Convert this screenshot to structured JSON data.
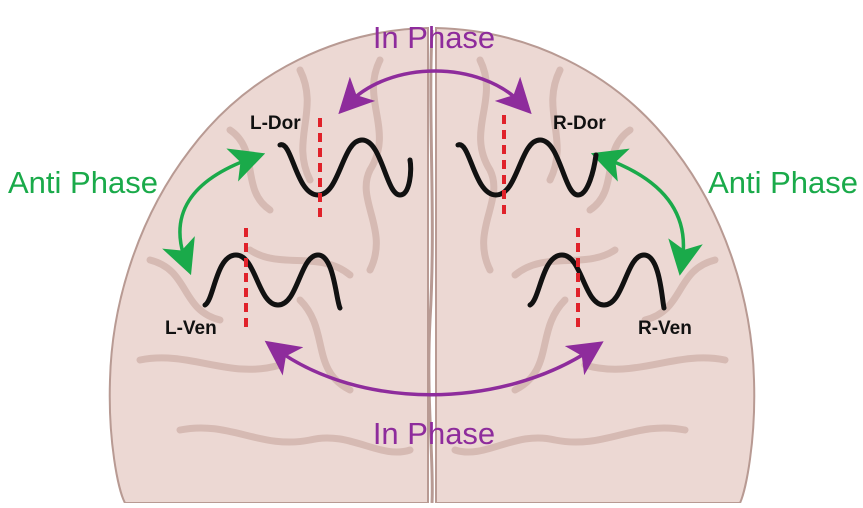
{
  "labels": {
    "in_phase_top": "In Phase",
    "in_phase_bottom": "In Phase",
    "anti_phase_left": "Anti Phase",
    "anti_phase_right": "Anti Phase",
    "l_dor": "L-Dor",
    "r_dor": "R-Dor",
    "l_ven": "L-Ven",
    "r_ven": "R-Ven"
  },
  "colors": {
    "in_phase": "#8e2c9c",
    "anti_phase": "#1aaa4a",
    "wave": "#111111",
    "marker": "#e0222a",
    "brain": "#ecd8d3",
    "brain_shade": "#d9bfb8",
    "brain_outline": "#b89a93"
  },
  "icons": {
    "in_phase_arrow": "double-headed-curved-arrow",
    "anti_phase_arrow": "double-headed-curved-arrow",
    "waveform": "sine-wave",
    "phase_marker": "dashed-vertical-line"
  }
}
